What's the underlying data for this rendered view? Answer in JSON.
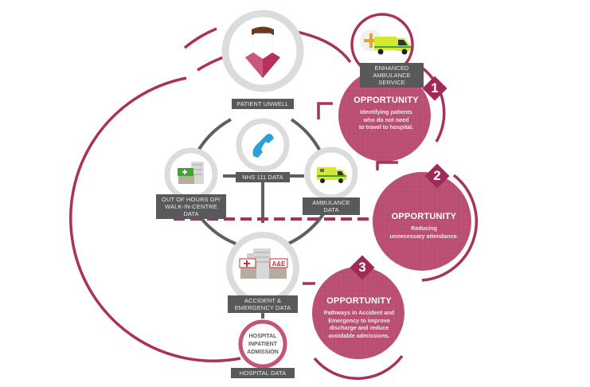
{
  "colors": {
    "maroon": "#a8325e",
    "maroon_fill": "#b94e72",
    "grey_ring": "#dcdcdc",
    "connector": "#5f5f61",
    "label_bg": "#58595b",
    "phone_blue": "#2a9fd8",
    "ambulance_yellow": "#d4e833",
    "ambulance_green": "#3fa535"
  },
  "nodes": {
    "patient": {
      "label": "PATIENT UNWELL",
      "icon": "person-icon"
    },
    "nhs111": {
      "label": "NHS 111 DATA",
      "icon": "phone-icon"
    },
    "gp": {
      "label_line1": "OUT OF HOURS GP/",
      "label_line2": "WALK-IN-CENTRE DATA",
      "icon": "clinic-building-icon"
    },
    "ambulance": {
      "label": "AMBULANCE DATA",
      "icon": "ambulance-icon"
    },
    "ae": {
      "label_line1": "ACCIDENT &",
      "label_line2": "EMERGENCY DATA",
      "icon": "hospital-ae-icon",
      "sign": "A&E"
    },
    "hospital": {
      "circle_line1": "HOSPITAL",
      "circle_line2": "INPATIENT",
      "circle_line3": "ADMISSION",
      "label": "HOSPITAL DATA"
    },
    "enhanced": {
      "label_line1": "ENHANCED",
      "label_line2": "AMBULANCE SERVICE",
      "icon": "ambulance-plus-icon"
    }
  },
  "opportunities": [
    {
      "number": "1",
      "title": "OPPORTUNITY",
      "line1": "Identifying patients",
      "line2": "who do not need",
      "line3": "to travel to hospital."
    },
    {
      "number": "2",
      "title": "OPPORTUNITY",
      "line1": "Reducing",
      "line2": "unnecessary attendance.",
      "line3": ""
    },
    {
      "number": "3",
      "title": "OPPORTUNITY",
      "line1": "Pathways in Accident and",
      "line2": "Emergency to improve",
      "line3": "discharge and reduce",
      "line4": "avoidable admissions."
    }
  ]
}
